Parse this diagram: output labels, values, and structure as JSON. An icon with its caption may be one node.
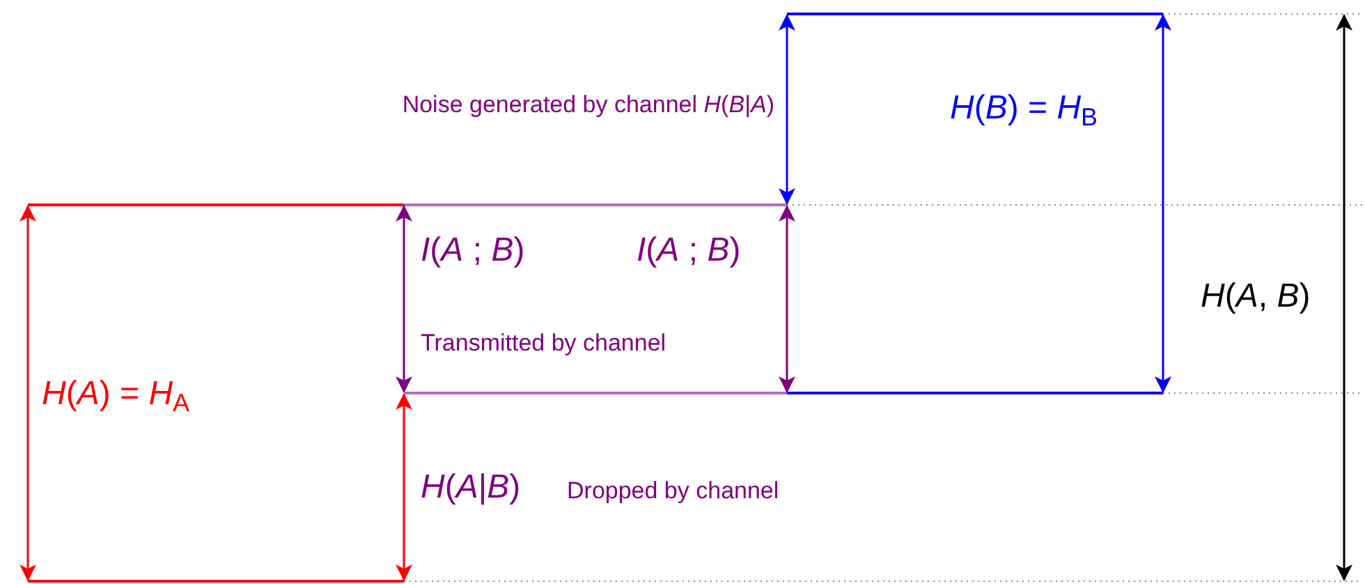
{
  "diagram": {
    "labels": [
      "Noise generated by channel *H*(*B*|*A*)",
      "*H*(*B*) = *H*$_{B}$",
      "*I*(*A* ; *B*)",
      "*I*(*A* ; *B*)",
      "*H*(*A*, *B*)",
      "Transmitted by channel",
      "*H*(*A*) = *H*$_{A}$",
      "*H*(*A*|*B*)",
      "Dropped by channel"
    ]
  }
}
